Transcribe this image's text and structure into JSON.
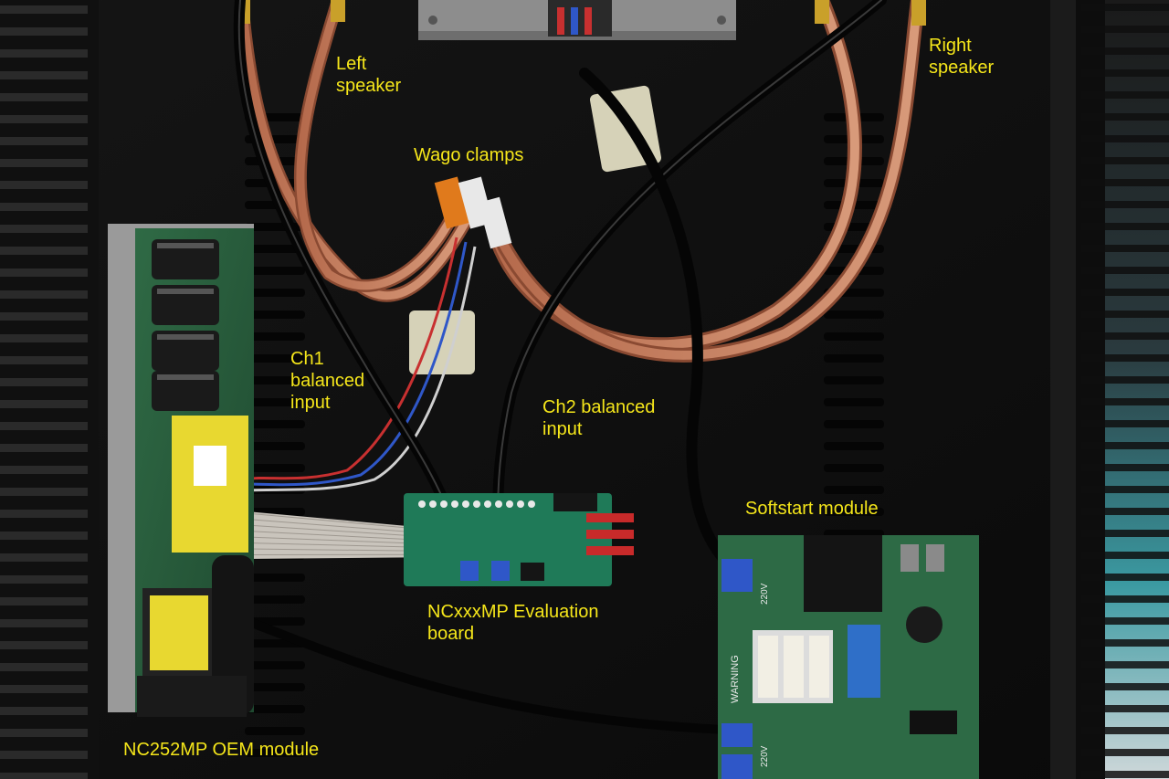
{
  "labels": {
    "left_speaker": [
      "Left",
      "speaker"
    ],
    "right_speaker": [
      "Right",
      "speaker"
    ],
    "wago_clamps": "Wago clamps",
    "ch1_input": [
      "Ch1",
      "balanced",
      "input"
    ],
    "ch2_input": [
      "Ch2 balanced",
      "input"
    ],
    "softstart": "Softstart module",
    "eval_board": [
      "NCxxxMP Evaluation",
      "board"
    ],
    "oem_module": "NC252MP OEM module"
  },
  "board_print": {
    "softstart_warning": "WARNING",
    "voltage_top": "220V",
    "voltage_bottom": "220V"
  }
}
